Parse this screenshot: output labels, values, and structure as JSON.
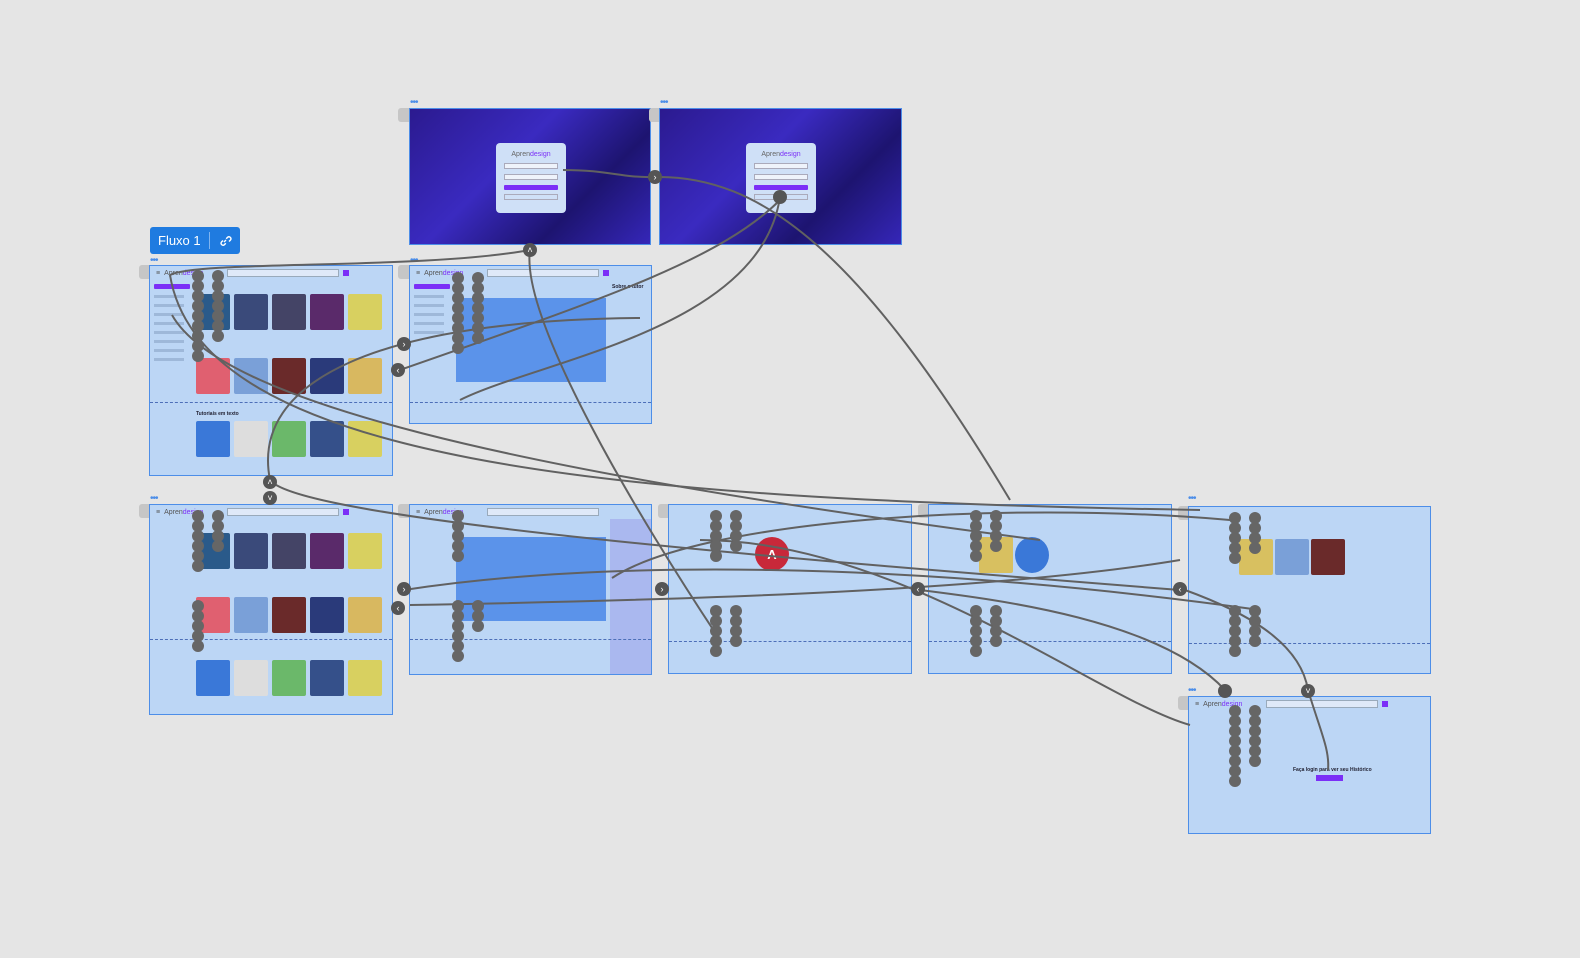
{
  "canvas": {
    "background": "#e5e5e5",
    "frame_fill": "#bcd6f5",
    "frame_stroke": "#4d8ee8",
    "accent": "#7b2ff7",
    "flow_badge": "#1f7be0"
  },
  "flow_label": {
    "title": "Fluxo 1",
    "icon": "link-icon"
  },
  "brand": {
    "prefix": "Apren",
    "suffix": "design"
  },
  "screens": {
    "home_title": "Tutoriais em texto",
    "course_title": "Sobre o tutor",
    "history_empty": "Faça login para ver seu Histórico"
  },
  "icons": {
    "menu": "hamburger-icon",
    "settings": "gear-icon",
    "help": "help-icon",
    "node": "chevron-icon",
    "adobe": "adobe-icon"
  },
  "adobe_badge": "A"
}
